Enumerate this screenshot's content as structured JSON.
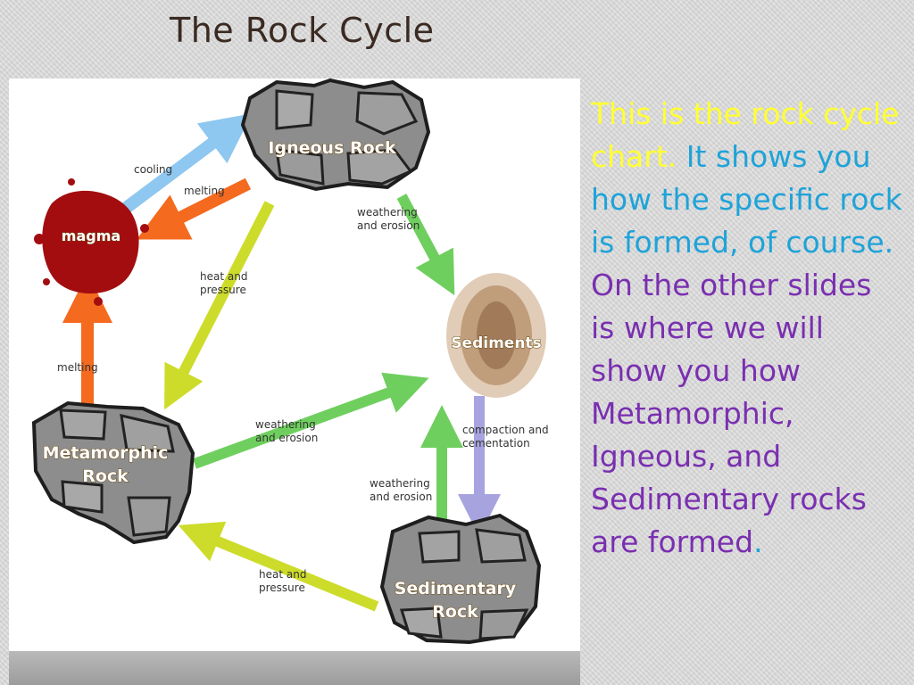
{
  "slide": {
    "title": "The Rock Cycle"
  },
  "diagram": {
    "nodes": {
      "igneous": "Igneous Rock",
      "magma": "magma",
      "sediments": "Sediments",
      "metamorphic_line1": "Metamorphic",
      "metamorphic_line2": "Rock",
      "sedimentary_line1": "Sedimentary",
      "sedimentary_line2": "Rock"
    },
    "labels": {
      "cooling": "cooling",
      "melting_top": "melting",
      "melting_left": "melting",
      "heat_pressure_1_l1": "heat and",
      "heat_pressure_1_l2": "pressure",
      "weathering_1_l1": "weathering",
      "weathering_1_l2": "and erosion",
      "weathering_2_l1": "weathering",
      "weathering_2_l2": "and erosion",
      "weathering_3_l1": "weathering",
      "weathering_3_l2": "and erosion",
      "compaction_l1": "compaction and",
      "compaction_l2": "cementation",
      "heat_pressure_2_l1": "heat and",
      "heat_pressure_2_l2": "pressure"
    }
  },
  "body_text": {
    "part1": "This is the rock cycle chart.",
    "part2": " It shows you how the specific rock is formed, of course.",
    "part3": "  On the other slides is where we will show you how Metamorphic, Igneous, and Sedimentary rocks are formed",
    "part4": "."
  },
  "colors": {
    "yellow": "#ffff33",
    "blue": "#1fa3d8",
    "purple": "#7a2fb0"
  }
}
